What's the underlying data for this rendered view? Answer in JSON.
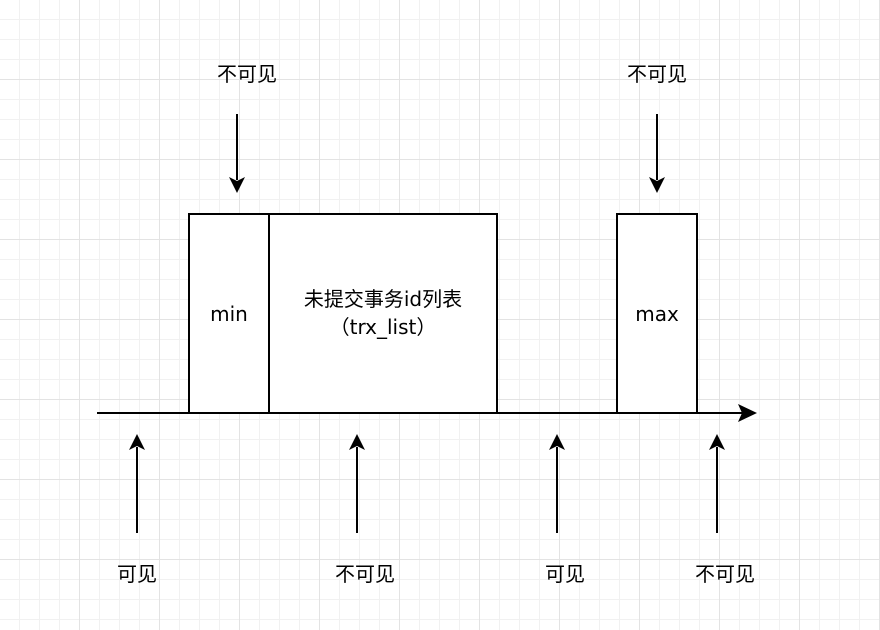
{
  "labels": {
    "top_min": "不可见",
    "top_max": "不可见",
    "bottom_1": "可见",
    "bottom_2": "不可见",
    "bottom_3": "可见",
    "bottom_4": "不可见"
  },
  "boxes": {
    "min": "min",
    "trx_line1": "未提交事务id列表",
    "trx_line2": "（trx_list）",
    "max": "max"
  }
}
